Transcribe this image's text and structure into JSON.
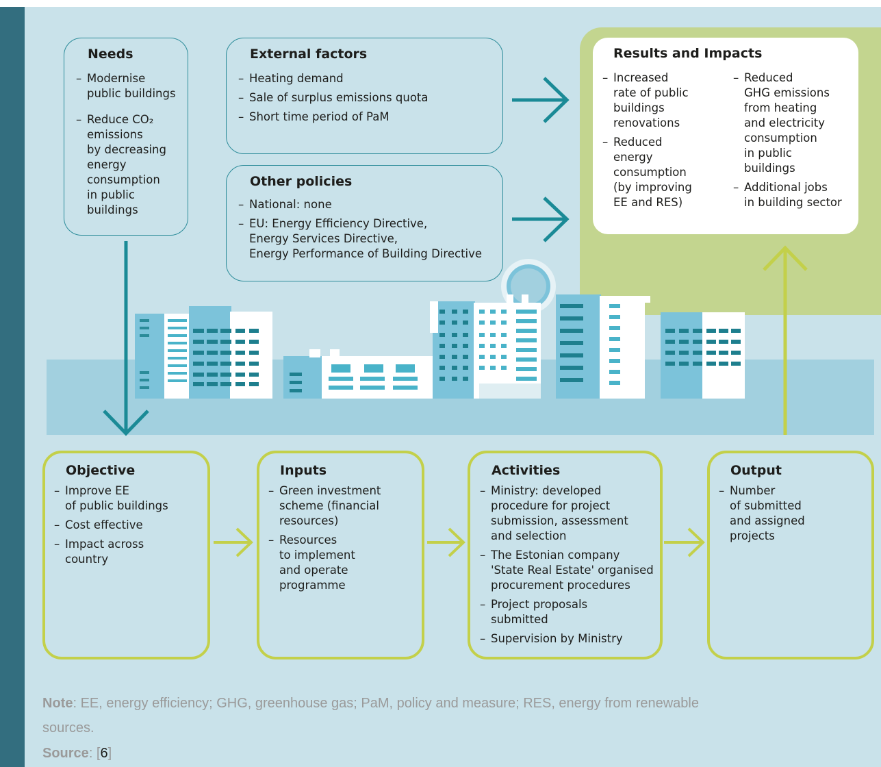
{
  "colors": {
    "sidebar": "#336e7f",
    "background": "#c9e2ea",
    "teal_arrow": "#1a8a96",
    "green_border": "#c3d04a",
    "results_panel": "#c3d58f",
    "band": "#a2d0df"
  },
  "needs": {
    "title": "Needs",
    "items": [
      "Modernise\npublic buildings",
      "Reduce CO₂\nemissions\nby decreasing\nenergy\nconsumption\nin public\nbuildings"
    ]
  },
  "external_factors": {
    "title": "External factors",
    "items": [
      "Heating demand",
      "Sale of surplus emissions quota",
      "Short time period of PaM"
    ]
  },
  "other_policies": {
    "title": "Other policies",
    "items": [
      "National: none",
      "EU: Energy Efficiency Directive,\nEnergy Services Directive,\nEnergy Performance of Building Directive"
    ]
  },
  "results": {
    "title": "Results and Impacts",
    "col1": [
      "Increased\nrate of public\nbuildings\nrenovations",
      "Reduced\nenergy\nconsumption\n(by improving\nEE and RES)"
    ],
    "col2": [
      "Reduced\nGHG emissions\nfrom heating\nand electricity\nconsumption\nin public\nbuildings",
      "Additional jobs\nin building sector"
    ]
  },
  "objective": {
    "title": "Objective",
    "items": [
      "Improve EE\nof public buildings",
      "Cost effective",
      "Impact across\ncountry"
    ]
  },
  "inputs": {
    "title": "Inputs",
    "items": [
      "Green investment\nscheme (financial\nresources)",
      "Resources\nto implement\nand operate\nprogramme"
    ]
  },
  "activities": {
    "title": "Activities",
    "items": [
      "Ministry: developed\nprocedure for project\nsubmission, assessment\nand selection",
      "The Estonian company\n'State Real Estate' organised\nprocurement procedures",
      "Project proposals\nsubmitted",
      "Supervision by Ministry"
    ]
  },
  "output": {
    "title": "Output",
    "items": [
      "Number\nof submitted\nand assigned\nprojects"
    ]
  },
  "note": {
    "label": "Note",
    "text": ": EE, energy efficiency; GHG, greenhouse gas; PaM, policy and measure; RES, energy from renewable",
    "text2": "sources."
  },
  "source": {
    "label": "Source",
    "sep": ": [",
    "ref": "6",
    "close": "]"
  }
}
